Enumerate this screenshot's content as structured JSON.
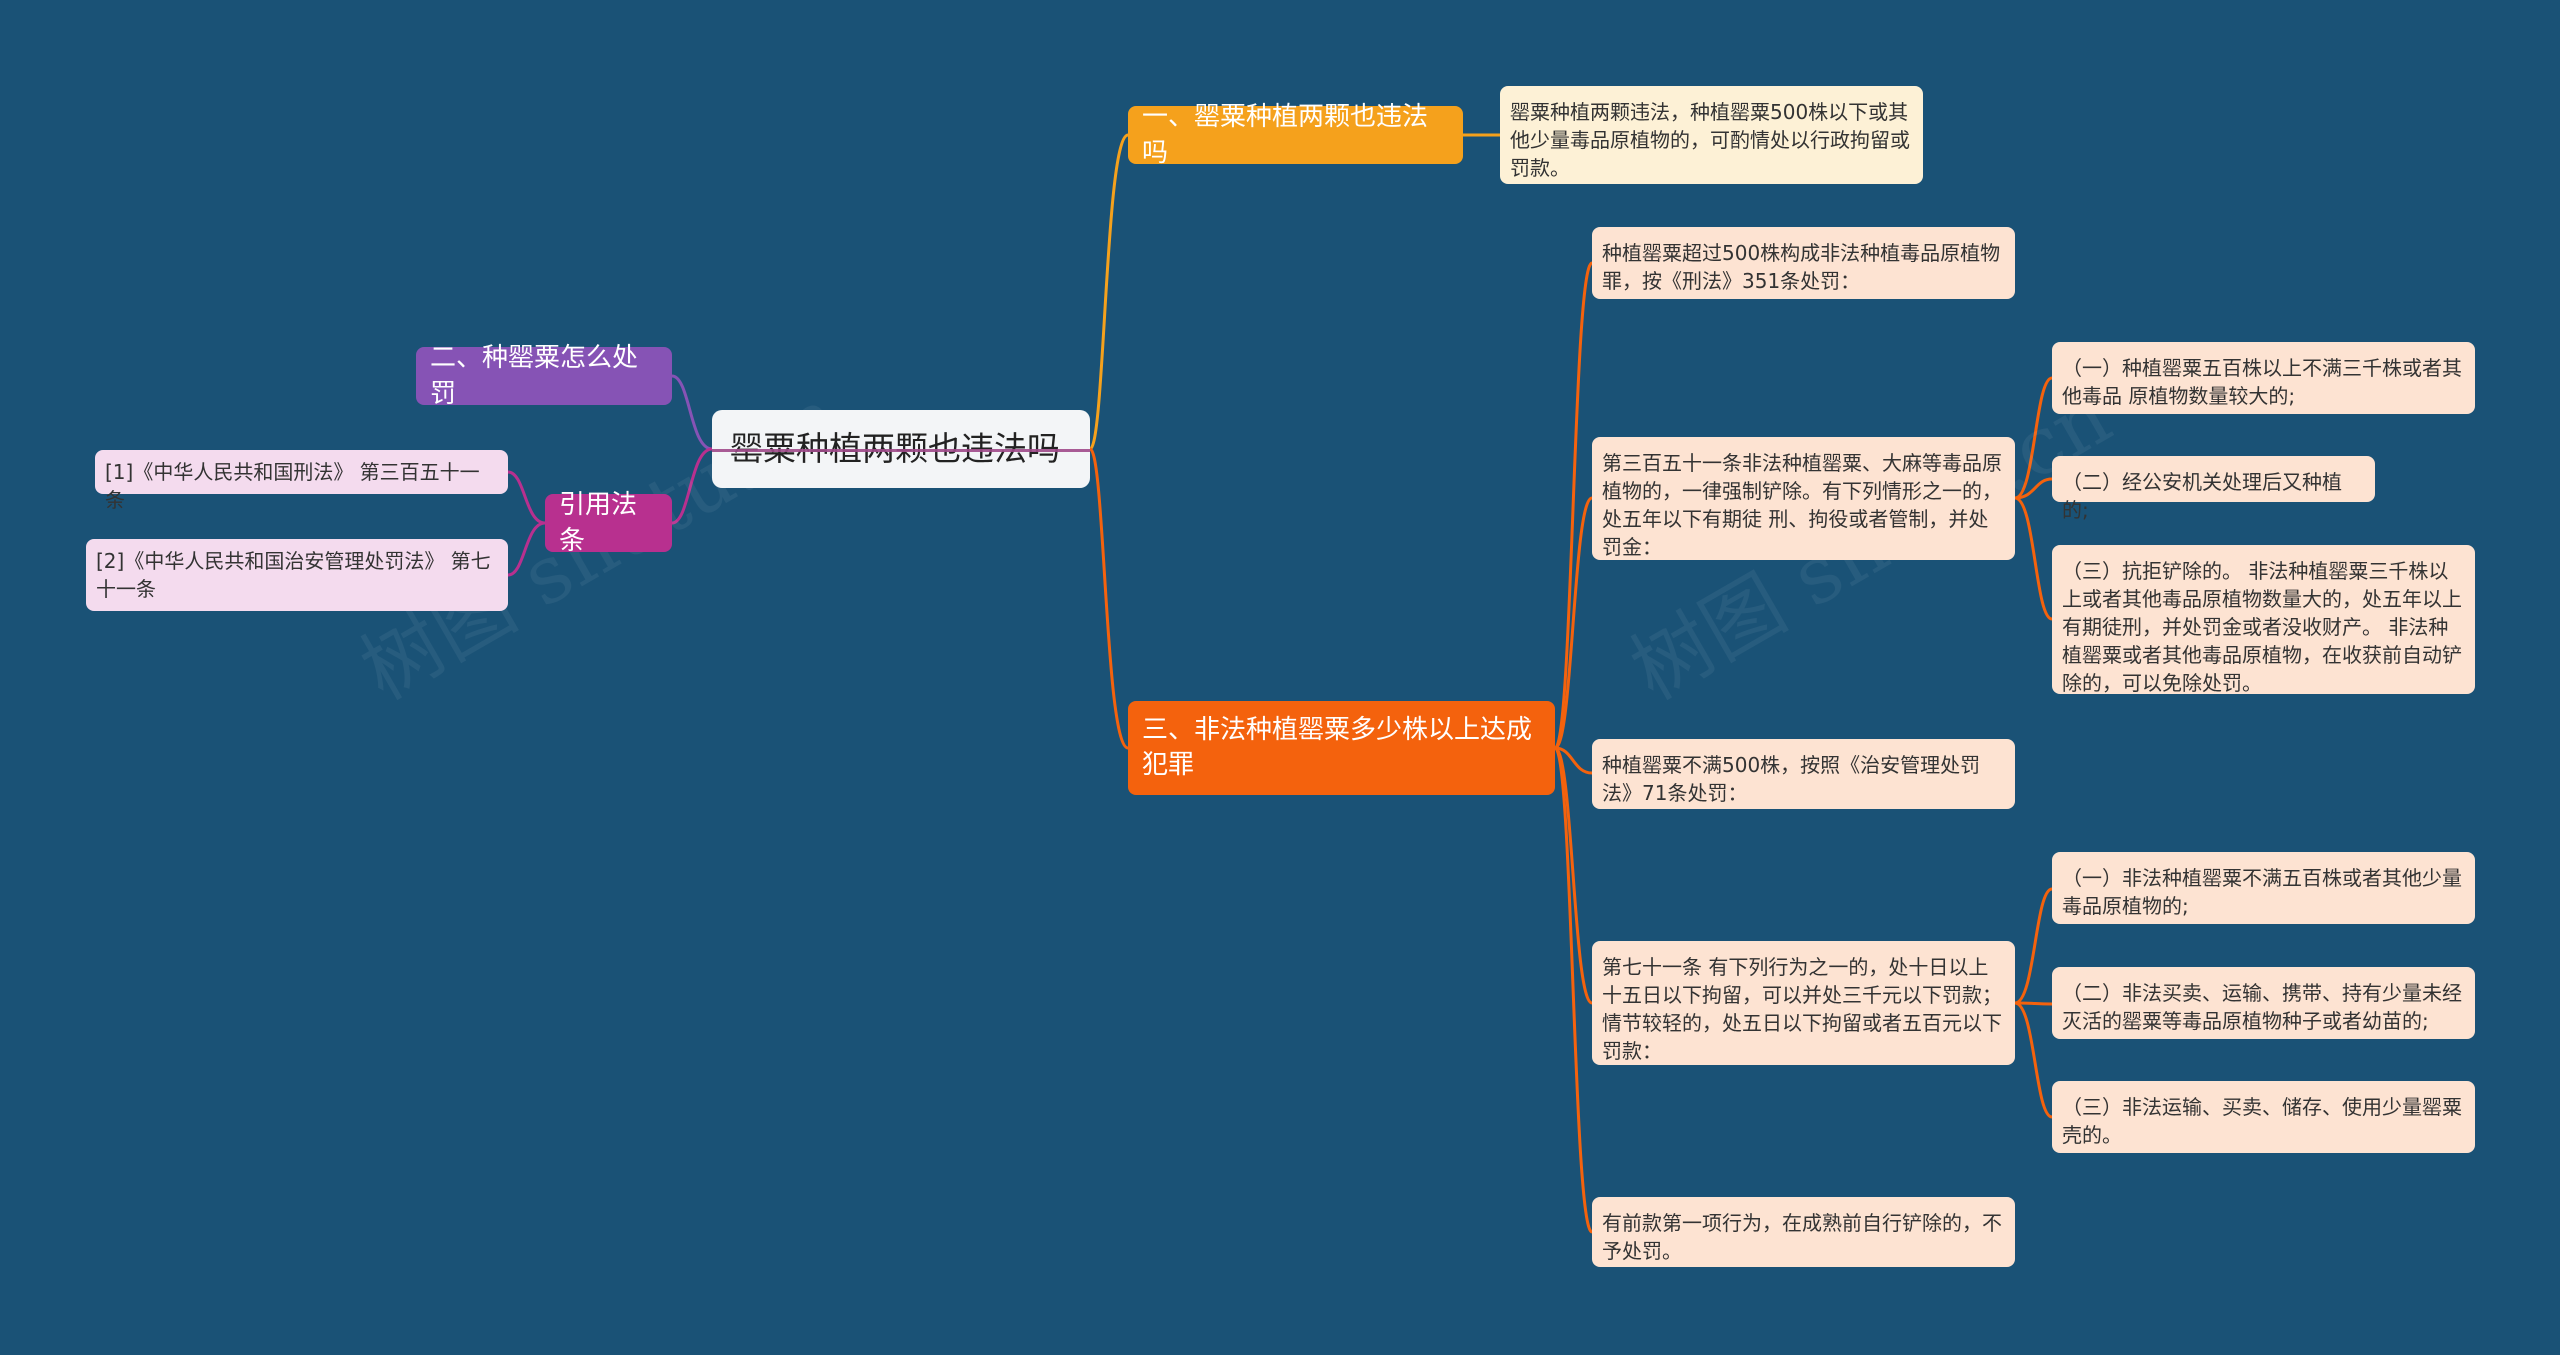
{
  "root": {
    "label": "罂粟种植两颗也违法吗"
  },
  "branch1": {
    "label": "一、罂粟种植两颗也违法吗",
    "detail": "罂粟种植两颗违法，种植罂粟500株以下或其他少量毒品原植物的，可酌情处以行政拘留或罚款。"
  },
  "branch2": {
    "label": "二、种罂粟怎么处罚"
  },
  "branch3": {
    "label": "三、非法种植罂粟多少株以上达成犯罪",
    "items": [
      "种植罂粟超过500株构成非法种植毒品原植物罪，按《刑法》351条处罚：",
      "第三百五十一条非法种植罂粟、大麻等毒品原植物的，一律强制铲除。有下列情形之一的，处五年以下有期徒 刑、拘役或者管制，并处罚金：",
      "种植罂粟不满500株，按照《治安管理处罚法》71条处罚：",
      "第七十一条 有下列行为之一的，处十日以上十五日以下拘留，可以并处三千元以下罚款；情节较轻的，处五日以下拘留或者五百元以下罚款：",
      "有前款第一项行为，在成熟前自行铲除的，不予处罚。"
    ],
    "sub351": [
      "（一）种植罂粟五百株以上不满三千株或者其他毒品 原植物数量较大的;",
      "（二）经公安机关处理后又种植的;",
      "（三）抗拒铲除的。 非法种植罂粟三千株以上或者其他毒品原植物数量大的，处五年以上有期徒刑，并处罚金或者没收财产。 非法种植罂粟或者其他毒品原植物，在收获前自动铲 除的，可以免除处罚。"
    ],
    "sub71": [
      "（一）非法种植罂粟不满五百株或者其他少量毒品原植物的;",
      "（二）非法买卖、运输、携带、持有少量未经灭活的罂粟等毒品原植物种子或者幼苗的;",
      "（三）非法运输、买卖、储存、使用少量罂粟壳的。"
    ]
  },
  "citations": {
    "label": "引用法条",
    "items": [
      "[1]《中华人民共和国刑法》 第三百五十一条",
      "[2]《中华人民共和国治安管理处罚法》 第七十一条"
    ]
  },
  "watermark": "树图 shutu.cn",
  "colors": {
    "background": "#1a5276",
    "branch1": "#f5a11c",
    "branch3": "#f4620d",
    "branch2": "#8653b5",
    "citations": "#b8308f"
  }
}
